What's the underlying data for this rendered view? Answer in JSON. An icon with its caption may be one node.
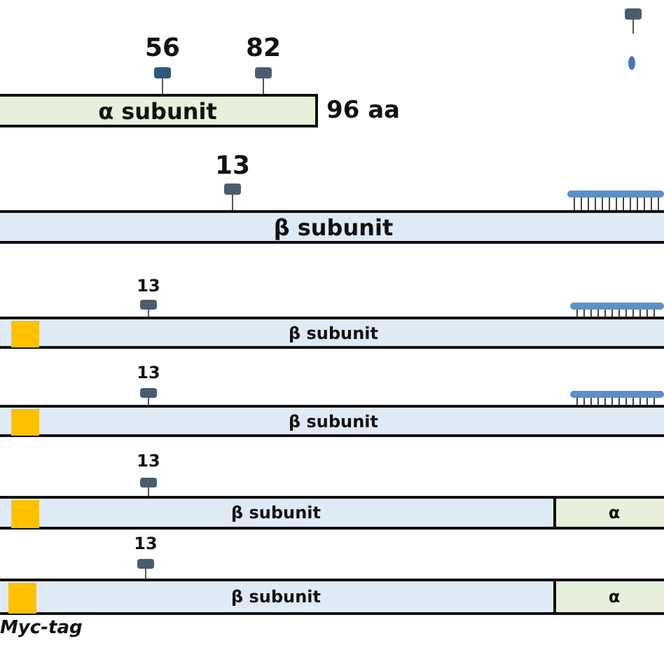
{
  "diagram": {
    "nodes": [
      {
        "text": [
          "α subunit"
        ],
        "beside": [
          "96 aa"
        ]
      },
      {
        "text": [
          "β subunit"
        ]
      },
      {
        "text": [
          "β subunit"
        ]
      },
      {
        "text": [],
        "shape": "box",
        "in": 2
      },
      {
        "text": [
          "β subunit"
        ]
      },
      {
        "text": [],
        "shape": "box",
        "in": 4
      },
      {
        "text": [
          "β subunit"
        ]
      },
      {
        "text": [],
        "shape": "box",
        "in": 6
      },
      {
        "text": [
          "α"
        ]
      },
      {
        "text": [
          "β subunit"
        ]
      },
      {
        "text": [],
        "shape": "box",
        "in": 9
      },
      {
        "text": [
          "α"
        ]
      }
    ],
    "edges": [],
    "labels": [
      "56",
      "82",
      "13",
      "13",
      "13",
      "13",
      "13",
      "Myc-tag"
    ]
  }
}
